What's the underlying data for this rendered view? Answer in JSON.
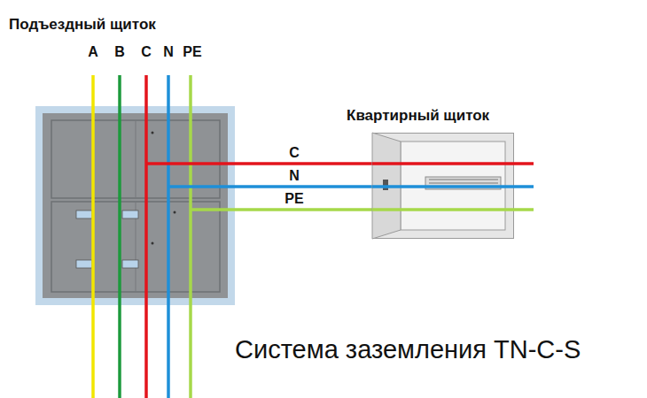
{
  "diagram": {
    "caption": "Система заземления TN-C-S",
    "nodes": [
      {
        "text": [
          "Подъездный щиток"
        ]
      },
      {
        "text": [
          "Квартирный щиток"
        ]
      }
    ],
    "edges": [
      {
        "from": 0,
        "to": 1,
        "arrow": "none",
        "label": "C"
      },
      {
        "from": 0,
        "to": 1,
        "arrow": "none",
        "label": "N"
      },
      {
        "from": 0,
        "to": 1,
        "arrow": "none",
        "label": "PE"
      }
    ],
    "labels": [
      "A",
      "B",
      "C",
      "N",
      "PE"
    ]
  }
}
